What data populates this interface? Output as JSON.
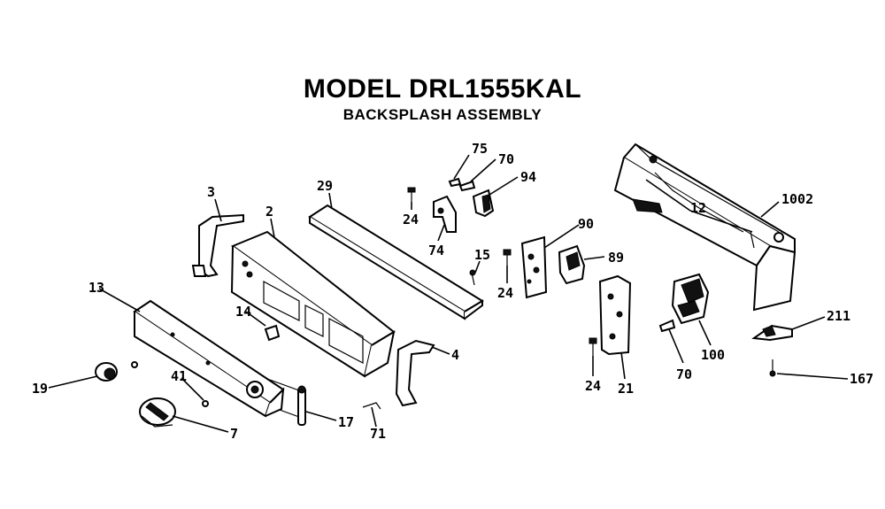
{
  "header": {
    "title": "MODEL DRL1555KAL",
    "subtitle": "BACKSPLASH ASSEMBLY"
  },
  "callouts": {
    "p75": "75",
    "p70a": "70",
    "p94": "94",
    "p29": "29",
    "p24a": "24",
    "p74": "74",
    "p3": "3",
    "p2": "2",
    "p15": "15",
    "p24b": "24",
    "p90": "90",
    "p89": "89",
    "p12": "12",
    "p1002": "1002",
    "p13": "13",
    "p14": "14",
    "p4": "4",
    "p19": "19",
    "p41": "41",
    "p7": "7",
    "p17": "17",
    "p71": "71",
    "p24c": "24",
    "p21": "21",
    "p70b": "70",
    "p100": "100",
    "p211": "211",
    "p167": "167"
  }
}
